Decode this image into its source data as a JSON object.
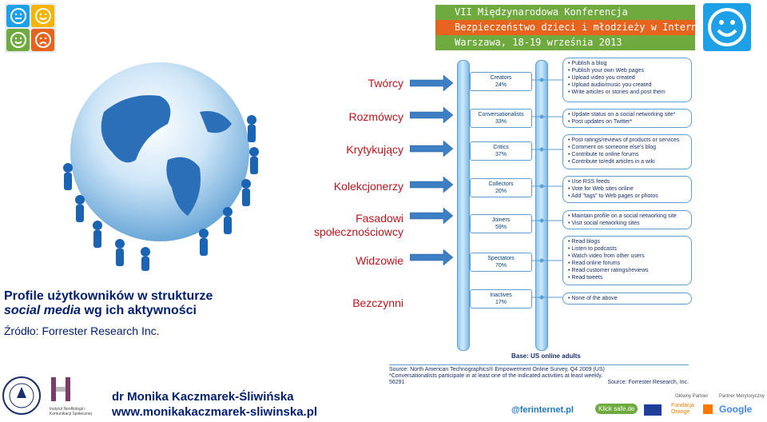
{
  "header": {
    "line1": "VII Międzynarodowa Konferencja",
    "line2": "Bezpieczeństwo dzieci i młodzieży w Internecie",
    "line3": "Warszawa, 18-19 września 2013"
  },
  "labels": [
    "Twórcy",
    "Rozmówcy",
    "Krytykujący",
    "Kolekcjonerzy",
    "Fasadowi społecznościowcy",
    "Widzowie",
    "Bezczynni"
  ],
  "ladder": [
    {
      "name": "Creators",
      "pct": "24%"
    },
    {
      "name": "Conversationalists",
      "pct": "33%"
    },
    {
      "name": "Critics",
      "pct": "37%"
    },
    {
      "name": "Collectors",
      "pct": "20%"
    },
    {
      "name": "Joiners",
      "pct": "59%"
    },
    {
      "name": "Spectators",
      "pct": "70%"
    },
    {
      "name": "Inactives",
      "pct": "17%"
    }
  ],
  "activities": [
    [
      "Publish a blog",
      "Publish your own Web pages",
      "Upload video you created",
      "Upload audio/music you created",
      "Write articles or stories and post them"
    ],
    [
      "Update status on a social networking site*",
      "Post updates on Twitter*"
    ],
    [
      "Post ratings/reviews of products or services",
      "Comment on someone else's blog",
      "Contribute to online forums",
      "Contribute to/edit articles in a wiki"
    ],
    [
      "Use RSS feeds",
      "Vote for Web sites online",
      "Add \"tags\" to Web pages or photos"
    ],
    [
      "Maintain profile on a social networking site",
      "Visit social networking sites"
    ],
    [
      "Read blogs",
      "Listen to podcasts",
      "Watch video from other users",
      "Read online forums",
      "Read customer ratings/reviews",
      "Read tweets"
    ],
    [
      "None of the above"
    ]
  ],
  "base": "Base: US online adults",
  "source_lines": [
    "Source: North American Technographics® Empowerment Online Survey, Q4 2009 (US)",
    "*Conversationalists participate in at least one of the indicated activities at least weekly.",
    "56291",
    "Source: Forrester Research, Inc."
  ],
  "title": {
    "line1": "Profile użytkowników w strukturze",
    "line2_italic": "social media",
    "line2_rest": " wg ich aktywności"
  },
  "source_note": "Źródło: Forrester Research Inc.",
  "author": {
    "name": "dr Monika Kaczmarek-Śliwińska",
    "url": "www.monikakaczmarek-sliwinska.pl"
  },
  "partners": {
    "main": "Główny Partner",
    "media": "Partner Merytoryczny",
    "logos": [
      "@ferinternet.pl",
      "Klick safe.de",
      "Fundacja Orange",
      "Google"
    ]
  },
  "institute": "Instytut Neofilologii i Komunikacji Społecznej",
  "colors": {
    "red": "#c0141e",
    "navy": "#001e6e",
    "green": "#6eaa3d",
    "orange": "#e6641e",
    "blue": "#1ea0e6"
  }
}
